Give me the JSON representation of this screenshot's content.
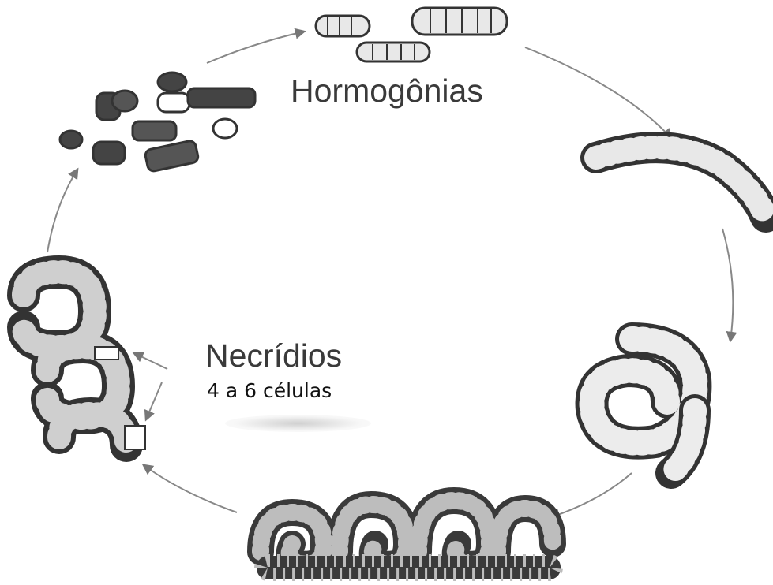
{
  "labels": {
    "hormogonia": "Hormogônias",
    "necridia": "Necrídios",
    "necridia_cells": "4 a 6 células"
  },
  "colors": {
    "ink": "#3a3a3a",
    "cell_dark": "#4a4a4a",
    "cell_light": "#e8e8e8",
    "arrow": "#777777"
  }
}
